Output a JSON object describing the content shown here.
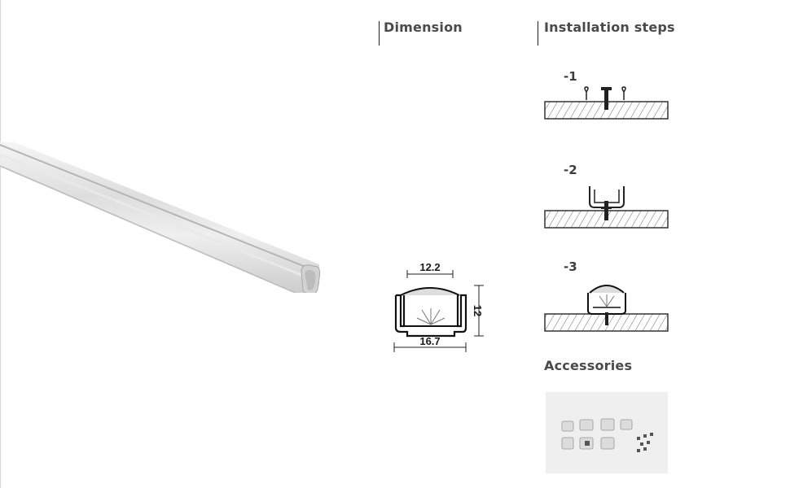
{
  "headings": {
    "dimension": "Dimension",
    "installation": "Installation steps",
    "accessories": "Accessories"
  },
  "steps": [
    {
      "label": "-1"
    },
    {
      "label": "-2"
    },
    {
      "label": "-3"
    }
  ],
  "dimensions": {
    "top_width": "12.2",
    "bottom_width": "16.7",
    "height": "12"
  }
}
